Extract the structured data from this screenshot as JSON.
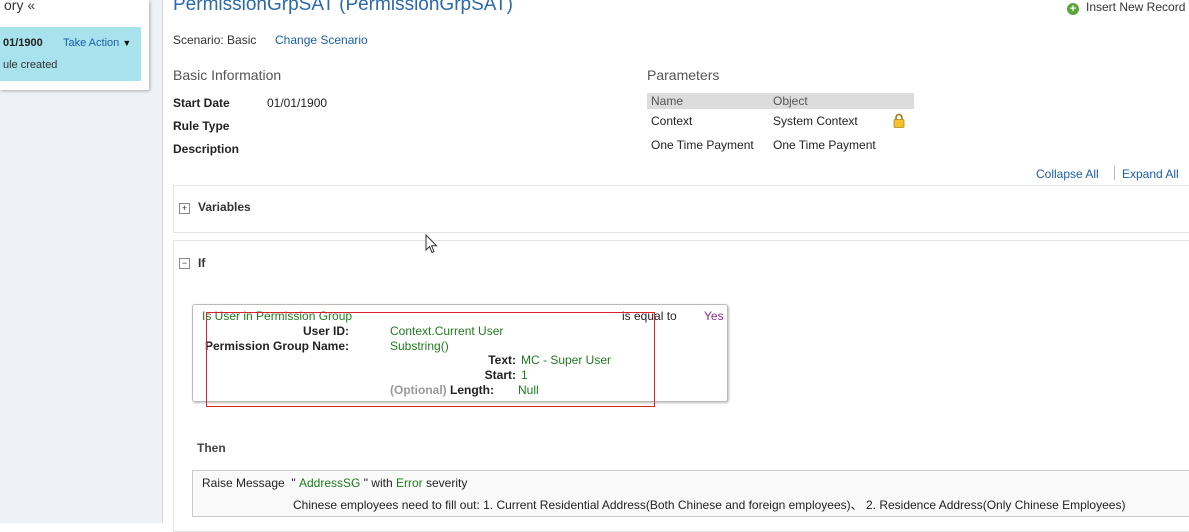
{
  "left_panel": {
    "title": "ory «",
    "history": {
      "date": "01/1900",
      "action_label": "Take Action",
      "note": "ule created"
    }
  },
  "header": {
    "title": "PermissionGrpSAT (PermissionGrpSAT)",
    "insert_record": "Insert New Record",
    "scenario_label": "Scenario: Basic",
    "change_scenario": "Change Scenario"
  },
  "basic_info": {
    "heading": "Basic Information",
    "start_date_label": "Start Date",
    "start_date_value": "01/01/1900",
    "rule_type_label": "Rule Type",
    "description_label": "Description"
  },
  "parameters": {
    "heading": "Parameters",
    "columns": [
      "Name",
      "Object"
    ],
    "rows": [
      {
        "name": "Context",
        "object": "System Context",
        "locked": true
      },
      {
        "name": "One Time Payment",
        "object": "One Time Payment",
        "locked": false
      }
    ]
  },
  "links": {
    "collapse_all": "Collapse All",
    "expand_all": "Expand All"
  },
  "variables": {
    "toggle": "+",
    "title": "Variables"
  },
  "if_block": {
    "toggle": "−",
    "title": "If",
    "condition": {
      "function": "Is User in Permission Group",
      "operator": "is equal to",
      "value": "Yes",
      "user_id_label": "User ID:",
      "user_id_value": "Context.Current User",
      "perm_group_label": "Permission Group Name:",
      "perm_group_value": "Substring()",
      "text_label": "Text:",
      "text_value": "MC - Super User",
      "start_label": "Start:",
      "start_value": "1",
      "optional_label": "(Optional)",
      "length_label": "Length:",
      "length_value": "Null"
    }
  },
  "then_block": {
    "label": "Then",
    "raise_message": "Raise Message",
    "quote_open": "\"",
    "message_id": "AddressSG",
    "quote_with": "\" with",
    "severity_value": "Error",
    "severity_word": "severity",
    "message_text": "Chinese employees need to fill out: 1. Current Residential Address(Both Chinese and foreign employees)、 2. Residence Address(Only Chinese Employees)"
  },
  "colors": {
    "link": "#1a5ea8",
    "title": "#2a69aa",
    "history_bg": "#a8e2ec",
    "value_green": "#1f7a1f",
    "value_purple": "#8a2b8a",
    "highlight_red": "#d8232a"
  }
}
